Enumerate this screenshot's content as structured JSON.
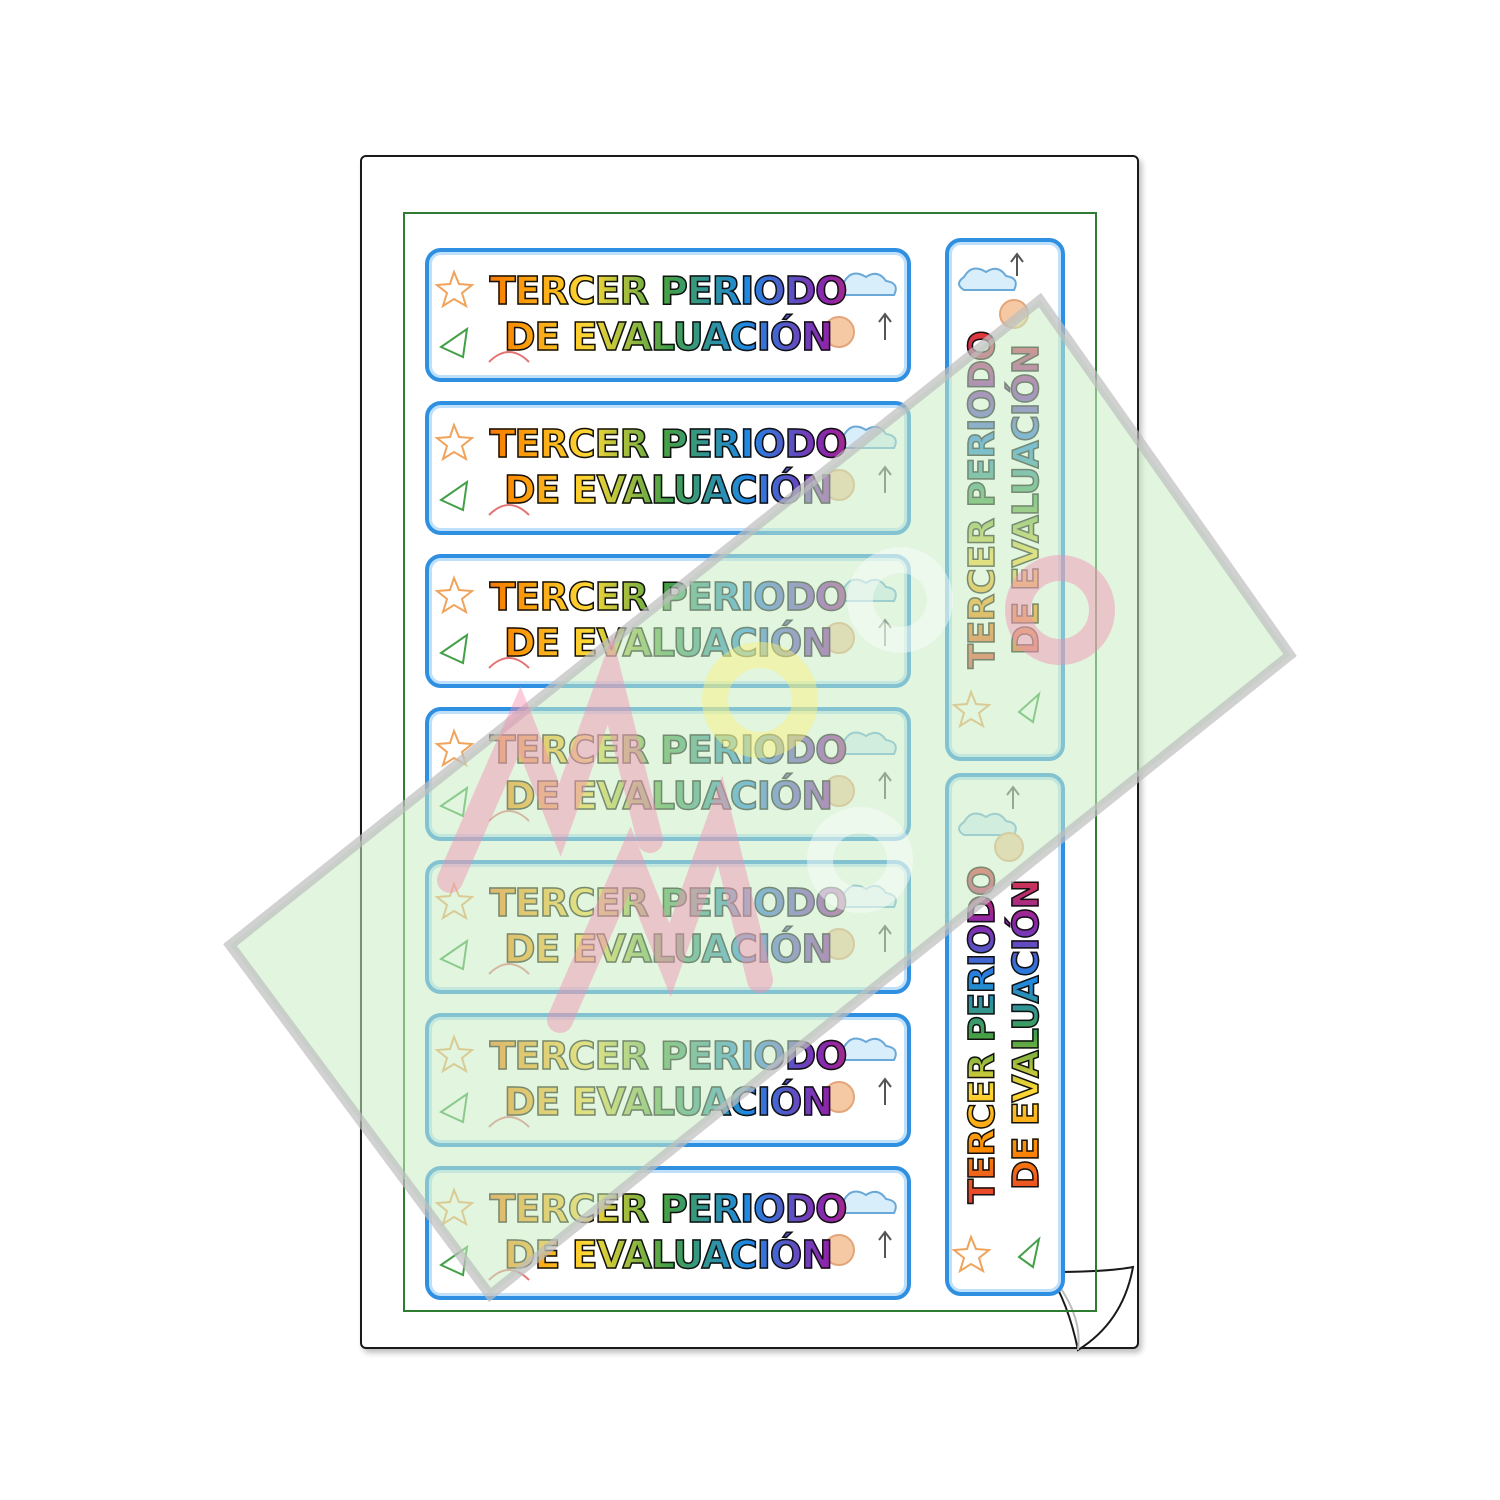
{
  "label": {
    "line1": "TERCER PERIODO",
    "line2": "DE EVALUACIÓN"
  },
  "horizontal_label_count": 7,
  "vertical_label_count": 2,
  "colors": {
    "label_border": "#2f8fe0",
    "frame": "#2e7d32",
    "watermark_fill": "#c8ecc4",
    "watermark_stroke": "#bdbdbd"
  },
  "icons": [
    "star-icon",
    "paper-plane-icon",
    "cloud-icon",
    "basketball-icon",
    "stick-figure-icon",
    "watermark-logo"
  ]
}
